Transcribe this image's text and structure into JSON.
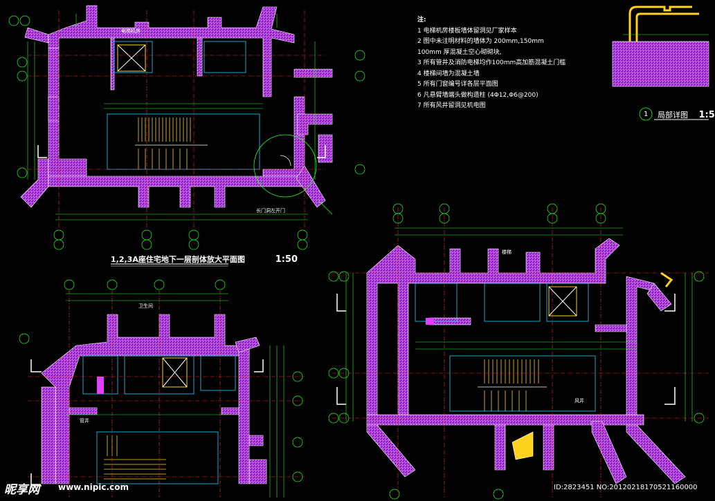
{
  "notes": {
    "heading": "注:",
    "items": [
      "1  电梯机房楼板墙体留洞见厂家样本",
      "2  图中未注明材料的墙体为 200mm,150mm",
      "    100mm 厚混凝土空心砌砌块,",
      "3  所有管井及消防电梯均作100mm高加筋混凝土门槛",
      "4  楼梯间墙为混凝土墙",
      "5  所有门窗编号详各层平面图",
      "6  凡悬臂墙端头做构造柱  (4Φ12,Φ6@200)",
      "7  所有风井留洞见机电图"
    ]
  },
  "title_main": {
    "text": "1,2,3A座住宅地下一层剖体放大平面图",
    "scale": "1:50"
  },
  "title_detail": {
    "number": "1",
    "text": "局部详图",
    "scale": "1:5"
  },
  "watermark": {
    "logo": "昵享网",
    "url": "www.nipic.com"
  },
  "image_id": "ID:2823451 NO:20120218170521160000",
  "colors": {
    "wall": "#8a22c8",
    "hatch": "#e040ff",
    "axis": "#ff2a2a",
    "dim": "#1fff1f",
    "line": "#ffffff",
    "cyan": "#1fd4ff",
    "yellow": "#ffd21f"
  },
  "room_labels": {
    "elevator": "电梯机房",
    "well": "管井",
    "shaft": "风井",
    "stair": "楼梯",
    "door_note": "长门洞左开门",
    "sanitary": "卫生间"
  }
}
